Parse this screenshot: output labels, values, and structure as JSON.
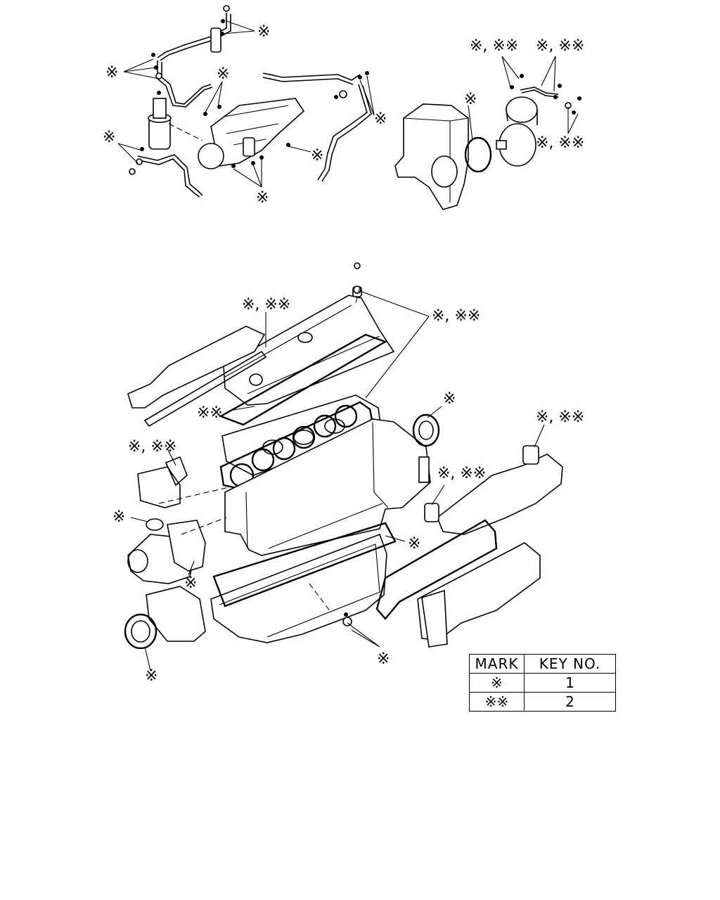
{
  "callouts": {
    "c1": "※",
    "c2": "※",
    "c3": "※",
    "c4": "※",
    "c5": "※",
    "c6": "※",
    "c7": "※",
    "c8": "※, ※※",
    "c9": "※, ※※",
    "c10": "※",
    "c11": "※, ※※",
    "c12": "※, ※※",
    "c13": "※, ※※",
    "c14": "※※",
    "c15": "※",
    "c16": "※, ※※",
    "c17": "※, ※※",
    "c18": "※, ※※",
    "c19": "※",
    "c20": "※",
    "c21": "※",
    "c22": "※",
    "c23": "※",
    "c24": "※"
  },
  "key_table": {
    "headers": [
      "MARK",
      "KEY NO."
    ],
    "rows": [
      {
        "mark": "※",
        "key": "1"
      },
      {
        "mark": "※※",
        "key": "2"
      }
    ]
  }
}
